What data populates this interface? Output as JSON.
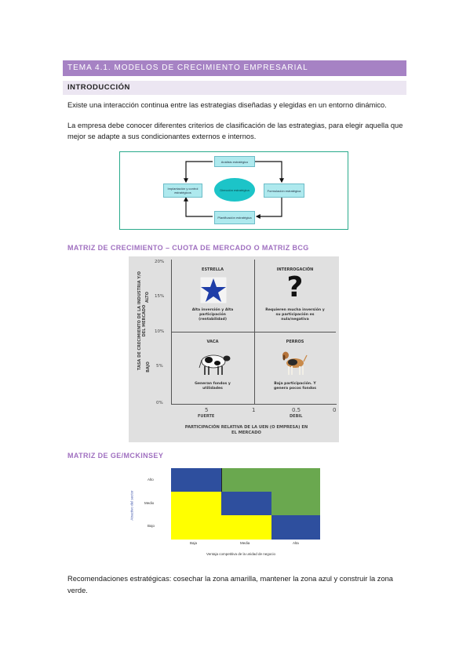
{
  "header": {
    "title": "TEMA 4.1. MODELOS DE CRECIMIENTO EMPRESARIAL"
  },
  "intro": {
    "heading": "INTRODUCCIÓN",
    "p1": "Existe una interacción continua entre las estrategias diseñadas y elegidas en un entorno dinámico.",
    "p2_line1": "La empresa debe conocer diferentes criterios de clasificación de las estrategias, para elegir aquella que",
    "p2_line2": "mejor se adapte a sus condicionantes externos e internos."
  },
  "strategy_diagram": {
    "top": "Análisis estratégico",
    "left": "Implantación y control estratégicos",
    "center": "Dirección estratégica",
    "right": "Formulación estratégica",
    "bottom": "Planificación estratégica"
  },
  "bcg": {
    "heading": "MATRIZ DE CRECIMIENTO – CUOTA DE MERCADO O MATRIZ BCG",
    "y_axis_label": "TASA DE CRECIMIENTO DE LA INDUSTRIA Y/O DEL MERCADO",
    "y_ticks": [
      "20%",
      "15%",
      "10%",
      "5%",
      "0%"
    ],
    "y_high": "ALTO",
    "y_low": "BAJO",
    "x_ticks": [
      "5",
      "1",
      "0.5",
      "0"
    ],
    "x_strong": "FUERTE",
    "x_weak": "DEBIL",
    "x_axis_label_1": "PARTICIPACIÓN RELATIVA DE LA UEN (O EMPRESA) EN",
    "x_axis_label_2": "EL MERCADO",
    "quadrants": {
      "star": {
        "title": "ESTRELLA",
        "cap1": "Alta inversión y Alta",
        "cap2": "participación",
        "cap3": "(rentabilidad)"
      },
      "question": {
        "title": "INTERROGACIÓN",
        "cap1": "Requieren mucha inversión y",
        "cap2": "su participación es",
        "cap3": "nula/negativa"
      },
      "cow": {
        "title": "VACA",
        "cap1": "Generan fondos y",
        "cap2": "utilidades"
      },
      "dog": {
        "title": "PERROS",
        "cap1": "Baja participación. Y",
        "cap2": "genera pocos fondos"
      }
    }
  },
  "ge": {
    "heading": "MATRIZ DE GE/MCKINSEY",
    "y_axis_label": "Atractivo del sector",
    "y_labels": [
      "Alto",
      "Medio",
      "Bajo"
    ],
    "x_labels": [
      "Baja",
      "Media",
      "Alta"
    ],
    "x_axis_label": "Ventaja competitiva de la unidad de negocio",
    "colors": {
      "blue": "#2e4f9e",
      "green": "#6aa84f",
      "yellow": "#ffff00"
    }
  },
  "conclusion": "Recomendaciones estratégicas: cosechar la zona amarilla, mantener la zona azul y construir la zona verde."
}
